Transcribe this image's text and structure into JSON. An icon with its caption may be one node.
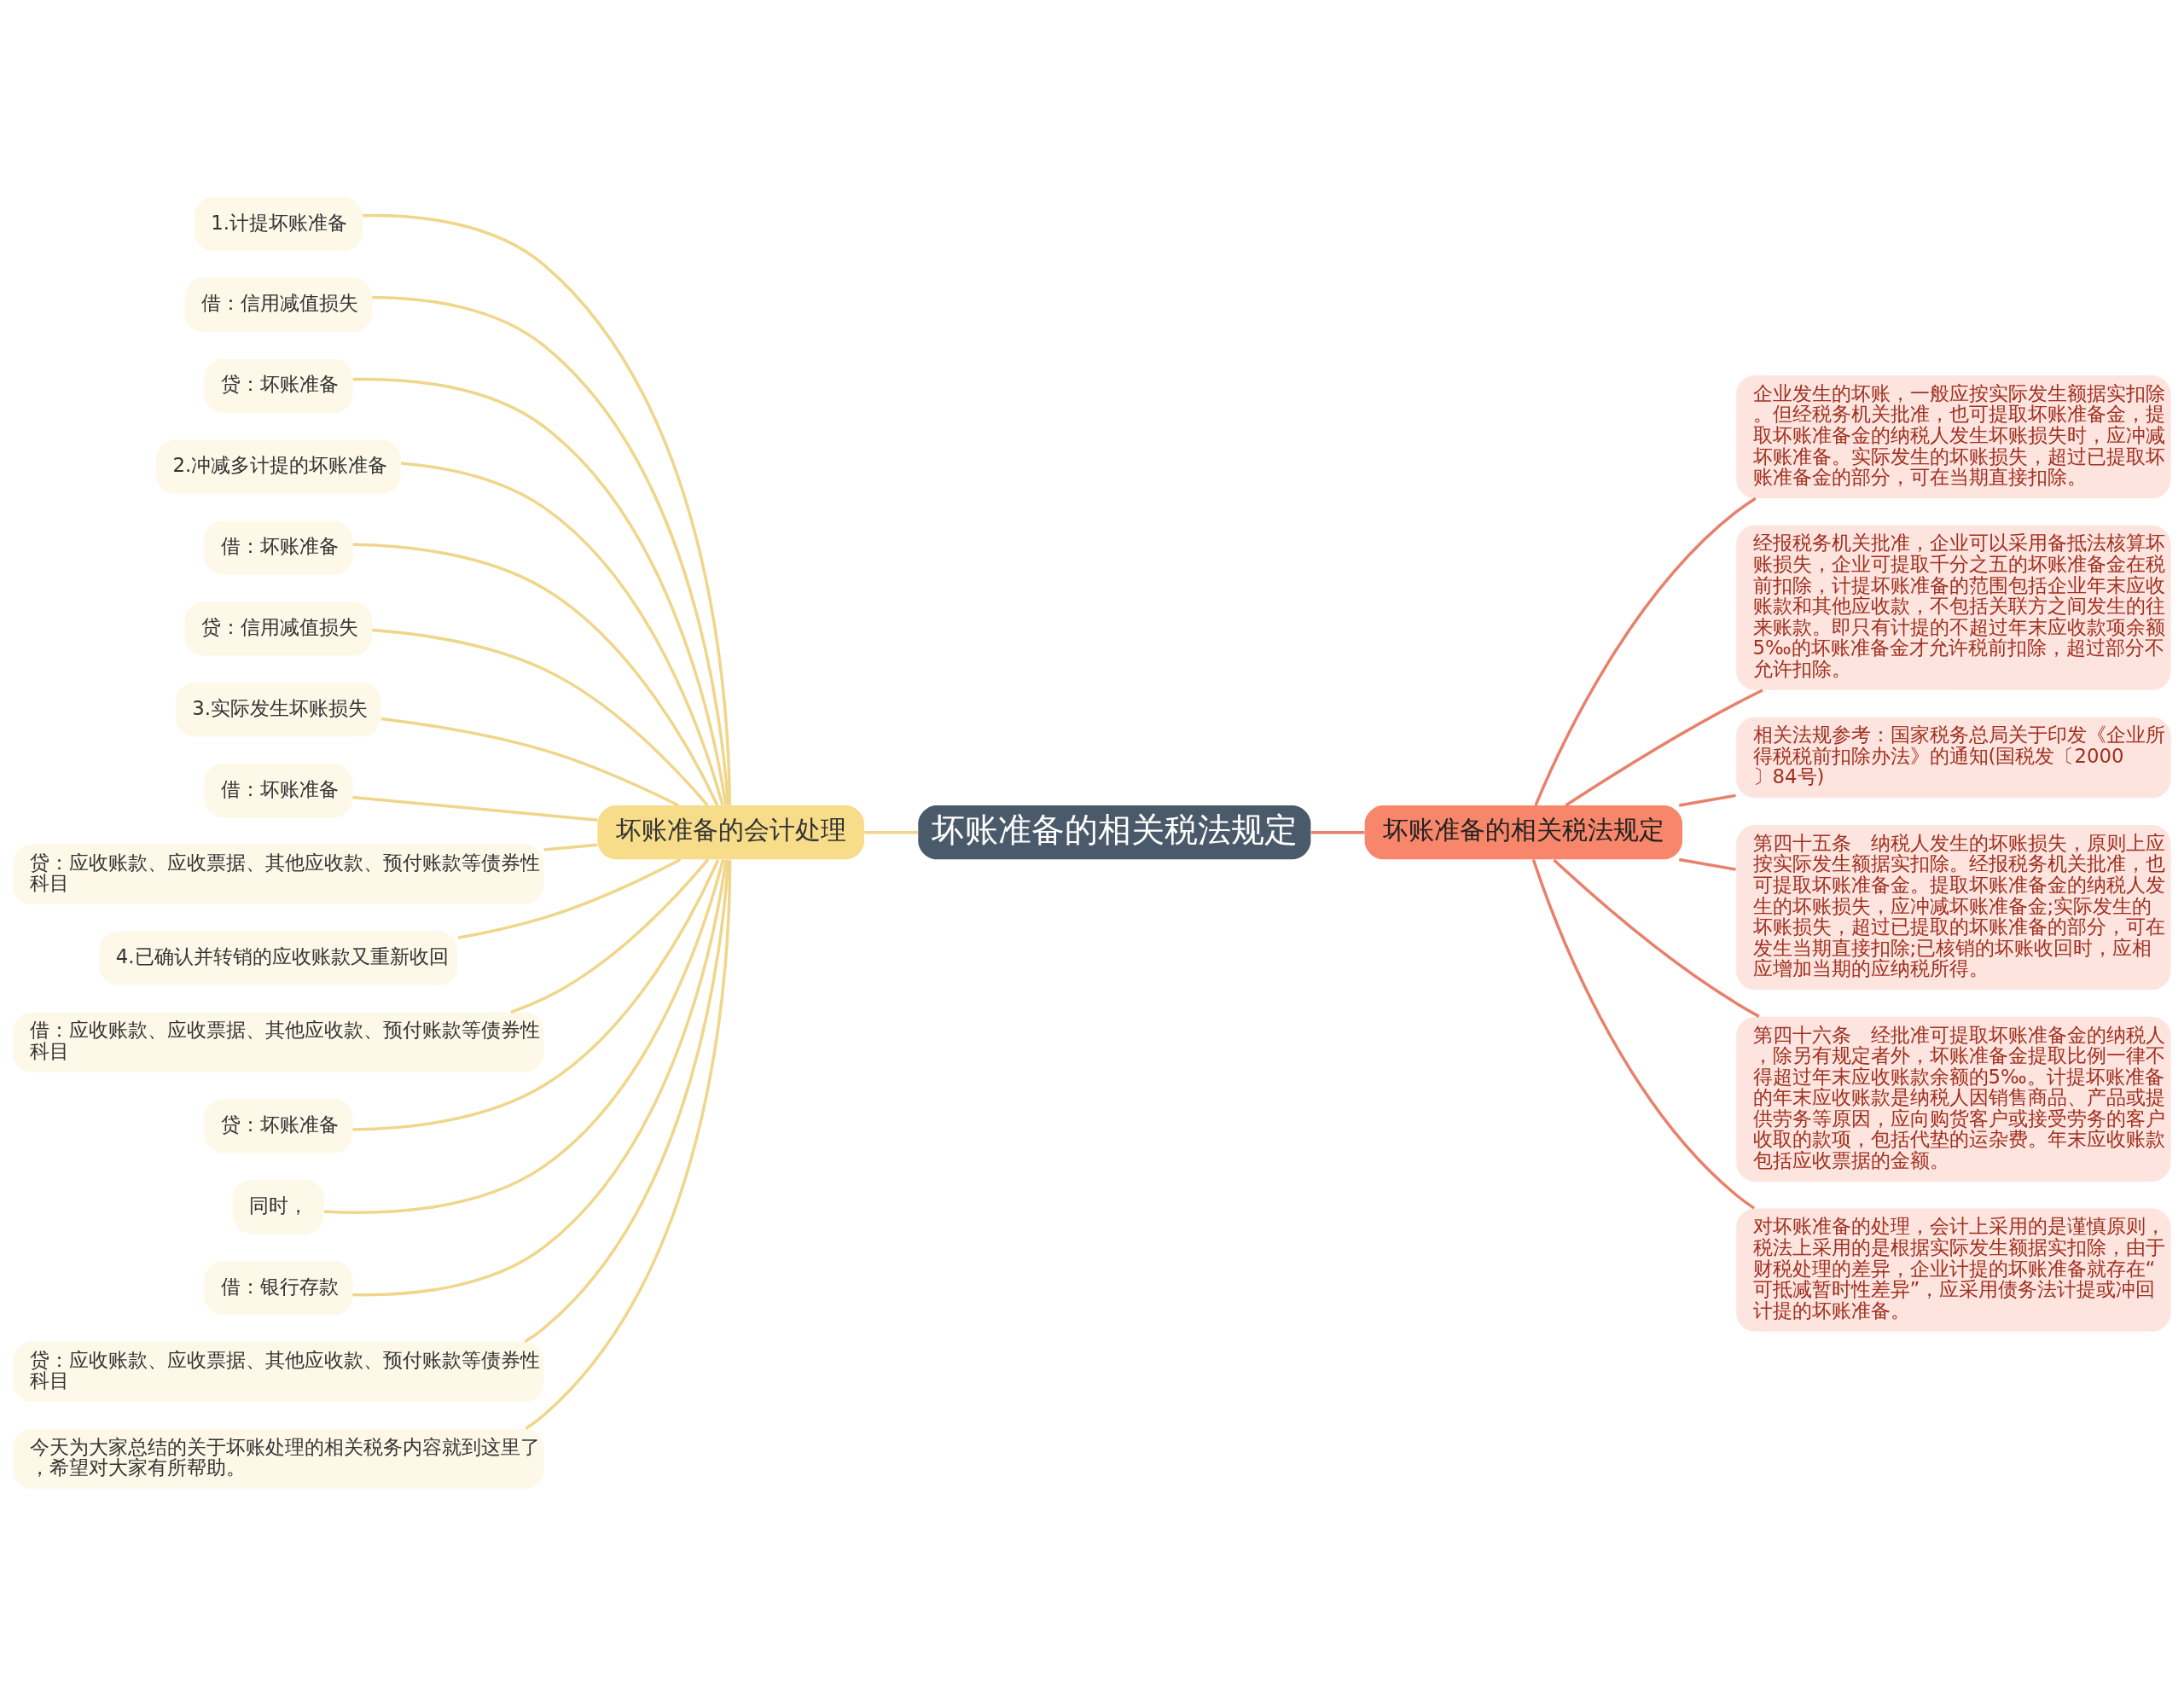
{
  "diagram": {
    "nodes": [
      {
        "text": [
          "坏账准备的相关税法规定"
        ]
      },
      {
        "text": [
          "坏账准备的会计处理"
        ]
      },
      {
        "text": [
          "1.计提坏账准备"
        ]
      },
      {
        "text": [
          "借：信用减值损失"
        ]
      },
      {
        "text": [
          "贷：坏账准备"
        ]
      },
      {
        "text": [
          "2.冲减多计提的坏账准备"
        ]
      },
      {
        "text": [
          "借：坏账准备"
        ]
      },
      {
        "text": [
          "贷：信用减值损失"
        ]
      },
      {
        "text": [
          "3.实际发生坏账损失"
        ]
      },
      {
        "text": [
          "借：坏账准备"
        ]
      },
      {
        "text": [
          "贷：应收账款、应收票据、其他应收款、预付账款等债券性科目"
        ]
      },
      {
        "text": [
          "4.已确认并转销的应收账款又重新收回"
        ]
      },
      {
        "text": [
          "借：应收账款、应收票据、其他应收款、预付账款等债券性科目"
        ]
      },
      {
        "text": [
          "贷：坏账准备"
        ]
      },
      {
        "text": [
          "同时，"
        ]
      },
      {
        "text": [
          "借：银行存款"
        ]
      },
      {
        "text": [
          "贷：应收账款、应收票据、其他应收款、预付账款等债券性科目"
        ]
      },
      {
        "text": [
          "今天为大家总结的关于坏账处理的相关税务内容就到这里了，希望对大家有所帮助。"
        ]
      },
      {
        "text": [
          "坏账准备的相关税法规定"
        ]
      },
      {
        "text": [
          "企业发生的坏账，一般应按实际发生额据实扣除。但经税务机关批准，也可提取坏账准备金，提取坏账准备金的纳税人发生坏账损失时，应冲减坏账准备。实际发生的坏账损失，超过已提取坏账准备金的部分，可在当期直接扣除。"
        ]
      },
      {
        "text": [
          "经报税务机关批准，企业可以采用备抵法核算坏账损失，企业可提取千分之五的坏账准备金在税前扣除，计提坏账准备的范围包括企业年末应收账款和其他应收款，不包括关联方之间发生的往来账款。即只有计提的不超过年末应收款项余额5‰的坏账准备金才允许税前扣除，超过部分不允许扣除。"
        ]
      },
      {
        "text": [
          "相关法规参考：国家税务总局关于印发《企业所得税税前扣除办法》的通知(国税发〔2000〕84号)"
        ]
      },
      {
        "text": [
          "第四十五条　纳税人发生的坏账损失，原则上应按实际发生额据实扣除。经报税务机关批准，也可提取坏账准备金。提取坏账准备金的纳税人发生的坏账损失，应冲减坏账准备金;实际发生的坏账损失，超过已提取的坏账准备的部分，可在发生当期直接扣除;已核销的坏账收回时，应相应增加当期的应纳税所得。"
        ]
      },
      {
        "text": [
          "第四十六条　经批准可提取坏账准备金的纳税人，除另有规定者外，坏账准备金提取比例一律不得超过年末应收账款余额的5‰。计提坏账准备的年末应收账款是纳税人因销售商品、产品或提供劳务等原因，应向购货客户或接受劳务的客户收取的款项，包括代垫的运杂费。年末应收账款包括应收票据的金额。"
        ]
      },
      {
        "text": [
          "对坏账准备的处理，会计上采用的是谨慎原则，税法上采用的是根据实际发生额据实扣除，由于财税处理的差异，企业计提的坏账准备就存在“可抵减暂时性差异”，应采用债务法计提或冲回计提的坏账准备。"
        ]
      }
    ],
    "edges": [
      {
        "from": 0,
        "to": 1,
        "arrow": "none"
      },
      {
        "from": 1,
        "to": 2,
        "arrow": "none"
      },
      {
        "from": 1,
        "to": 3,
        "arrow": "none"
      },
      {
        "from": 1,
        "to": 4,
        "arrow": "none"
      },
      {
        "from": 1,
        "to": 5,
        "arrow": "none"
      },
      {
        "from": 1,
        "to": 6,
        "arrow": "none"
      },
      {
        "from": 1,
        "to": 7,
        "arrow": "none"
      },
      {
        "from": 1,
        "to": 8,
        "arrow": "none"
      },
      {
        "from": 1,
        "to": 9,
        "arrow": "none"
      },
      {
        "from": 1,
        "to": 10,
        "arrow": "none"
      },
      {
        "from": 1,
        "to": 11,
        "arrow": "none"
      },
      {
        "from": 1,
        "to": 12,
        "arrow": "none"
      },
      {
        "from": 1,
        "to": 13,
        "arrow": "none"
      },
      {
        "from": 1,
        "to": 14,
        "arrow": "none"
      },
      {
        "from": 1,
        "to": 15,
        "arrow": "none"
      },
      {
        "from": 1,
        "to": 16,
        "arrow": "none"
      },
      {
        "from": 1,
        "to": 17,
        "arrow": "none"
      },
      {
        "from": 0,
        "to": 18,
        "arrow": "none",
        "color": "#e8806a"
      },
      {
        "from": 18,
        "to": 19,
        "arrow": "none",
        "color": "#e8806a"
      },
      {
        "from": 18,
        "to": 20,
        "arrow": "none",
        "color": "#e8806a"
      },
      {
        "from": 18,
        "to": 21,
        "arrow": "none",
        "color": "#e8806a"
      },
      {
        "from": 18,
        "to": 22,
        "arrow": "none",
        "color": "#e8806a"
      },
      {
        "from": 18,
        "to": 23,
        "arrow": "none",
        "color": "#e8806a"
      },
      {
        "from": 18,
        "to": 24,
        "arrow": "none",
        "color": "#e8806a"
      }
    ]
  }
}
